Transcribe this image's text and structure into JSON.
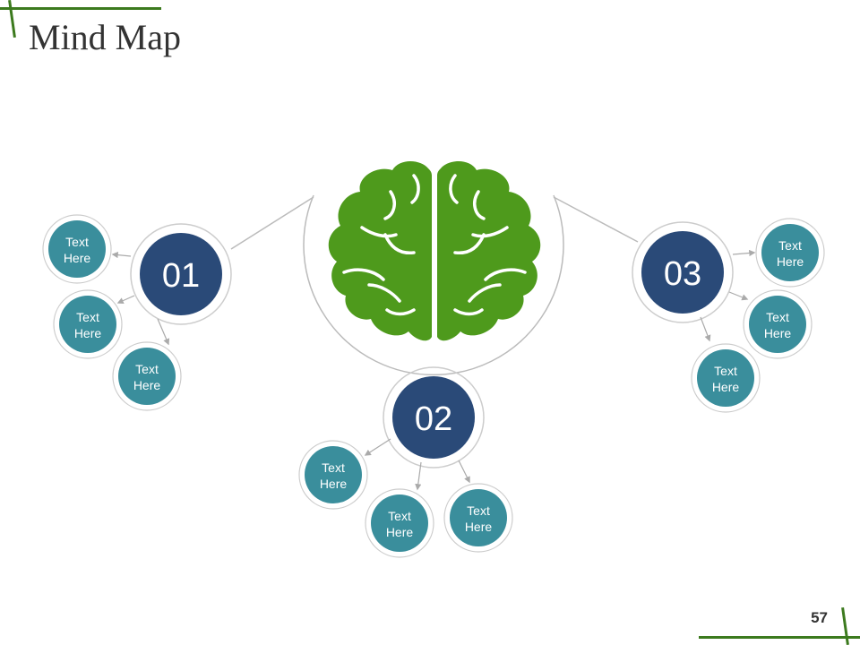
{
  "slide": {
    "title": "Mind Map",
    "page_number": "57"
  },
  "colors": {
    "accent_green": "#3c7a1e",
    "brain_green": "#4e9a1c",
    "hub_navy": "#2a4a78",
    "leaf_teal": "#3a8e9c",
    "connector_gray": "#bbbbbb"
  },
  "hubs": [
    {
      "label": "01",
      "leaves": [
        {
          "line1": "Text",
          "line2": "Here"
        },
        {
          "line1": "Text",
          "line2": "Here"
        },
        {
          "line1": "Text",
          "line2": "Here"
        }
      ]
    },
    {
      "label": "02",
      "leaves": [
        {
          "line1": "Text",
          "line2": "Here"
        },
        {
          "line1": "Text",
          "line2": "Here"
        },
        {
          "line1": "Text",
          "line2": "Here"
        }
      ]
    },
    {
      "label": "03",
      "leaves": [
        {
          "line1": "Text",
          "line2": "Here"
        },
        {
          "line1": "Text",
          "line2": "Here"
        },
        {
          "line1": "Text",
          "line2": "Here"
        }
      ]
    }
  ],
  "center_icon": "brain-icon"
}
